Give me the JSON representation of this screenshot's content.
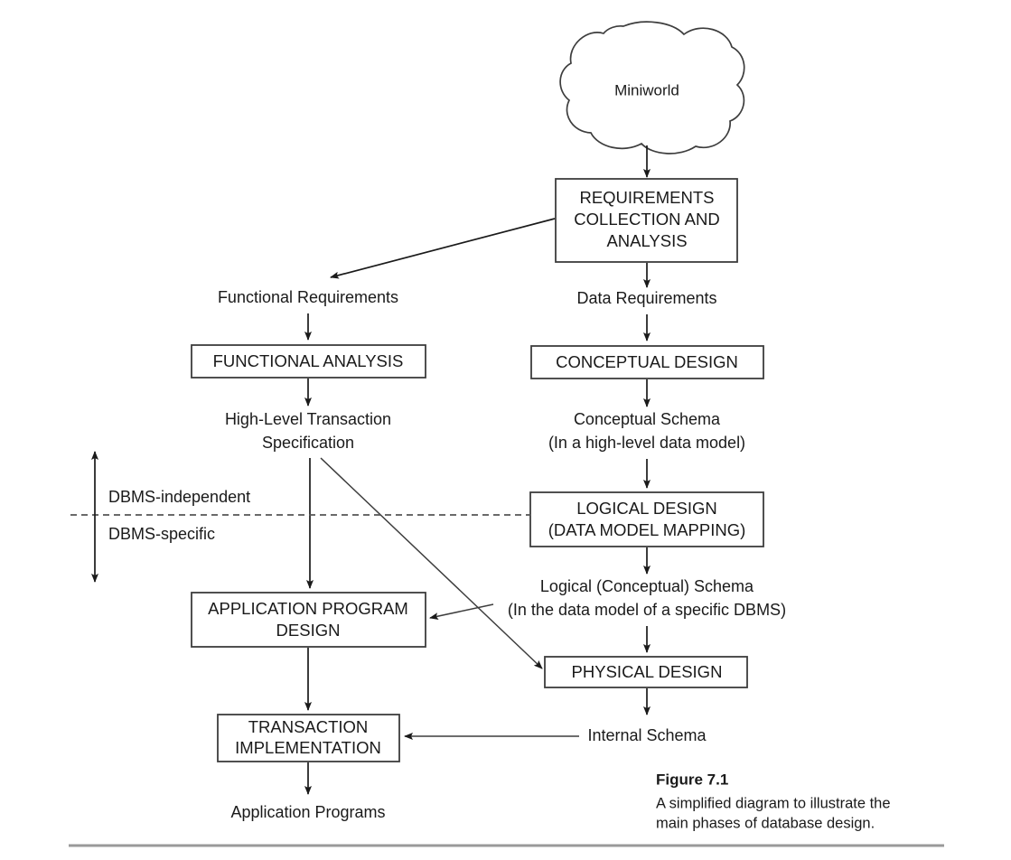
{
  "figure": {
    "caption_title": "Figure 7.1",
    "caption_line1": "A simplified diagram to illustrate the",
    "caption_line2": "main phases of database design."
  },
  "source": {
    "label": "Miniworld"
  },
  "boxes": {
    "requirements": {
      "line1": "REQUIREMENTS",
      "line2": "COLLECTION AND",
      "line3": "ANALYSIS"
    },
    "functional_analysis": {
      "line1": "FUNCTIONAL ANALYSIS"
    },
    "conceptual_design": {
      "line1": "CONCEPTUAL DESIGN"
    },
    "logical_design": {
      "line1": "LOGICAL DESIGN",
      "line2": "(DATA MODEL MAPPING)"
    },
    "application_program_design": {
      "line1": "APPLICATION PROGRAM",
      "line2": "DESIGN"
    },
    "physical_design": {
      "line1": "PHYSICAL DESIGN"
    },
    "transaction_implementation": {
      "line1": "TRANSACTION",
      "line2": "IMPLEMENTATION"
    }
  },
  "flow_labels": {
    "functional_requirements": "Functional Requirements",
    "data_requirements": "Data Requirements",
    "high_level_transaction_1": "High-Level Transaction",
    "high_level_transaction_2": "Specification",
    "conceptual_schema_1": "Conceptual Schema",
    "conceptual_schema_2": "(In a high-level data model)",
    "logical_schema_1": "Logical (Conceptual) Schema",
    "logical_schema_2": "(In the data model of a specific DBMS)",
    "internal_schema": "Internal Schema",
    "application_programs": "Application Programs"
  },
  "divider": {
    "above_label": "DBMS-independent",
    "below_label": "DBMS-specific"
  },
  "colors": {
    "ink": "#1a1a1a",
    "box_stroke": "#3d3d3d",
    "dashed": "#555555",
    "rule": "#9a9a9a",
    "background": "#ffffff"
  }
}
